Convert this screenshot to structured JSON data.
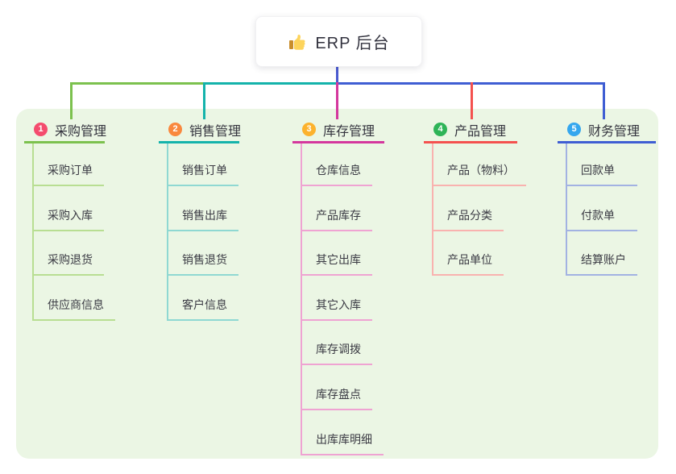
{
  "root": {
    "label": "ERP 后台",
    "icon": "thumbs-up-icon"
  },
  "canvas": {
    "background": "#ffffff",
    "panel_background": "#ebf6e4",
    "root_connector_color": "#4a5ad0"
  },
  "branches": [
    {
      "badge": "1",
      "badge_color": "#f44c6e",
      "title": "采购管理",
      "line_color": "#7cc14e",
      "child_line_color": "#b8de92",
      "children": [
        "采购订单",
        "采购入库",
        "采购退货",
        "供应商信息"
      ]
    },
    {
      "badge": "2",
      "badge_color": "#f9883e",
      "title": "销售管理",
      "line_color": "#14b3ab",
      "child_line_color": "#8fd8d2",
      "children": [
        "销售订单",
        "销售出库",
        "销售退货",
        "客户信息"
      ]
    },
    {
      "badge": "3",
      "badge_color": "#fcb22d",
      "title": "库存管理",
      "line_color": "#d4379d",
      "child_line_color": "#efa3d2",
      "children": [
        "仓库信息",
        "产品库存",
        "其它出库",
        "其它入库",
        "库存调拨",
        "库存盘点",
        "出库库明细"
      ]
    },
    {
      "badge": "4",
      "badge_color": "#2eb457",
      "title": "产品管理",
      "line_color": "#f4514e",
      "child_line_color": "#f9b2af",
      "children": [
        "产品（物料）",
        "产品分类",
        "产品单位"
      ]
    },
    {
      "badge": "5",
      "badge_color": "#35a7ee",
      "title": "财务管理",
      "line_color": "#3f5ed3",
      "child_line_color": "#a2b2e2",
      "children": [
        "回款单",
        "付款单",
        "结算账户"
      ]
    }
  ]
}
